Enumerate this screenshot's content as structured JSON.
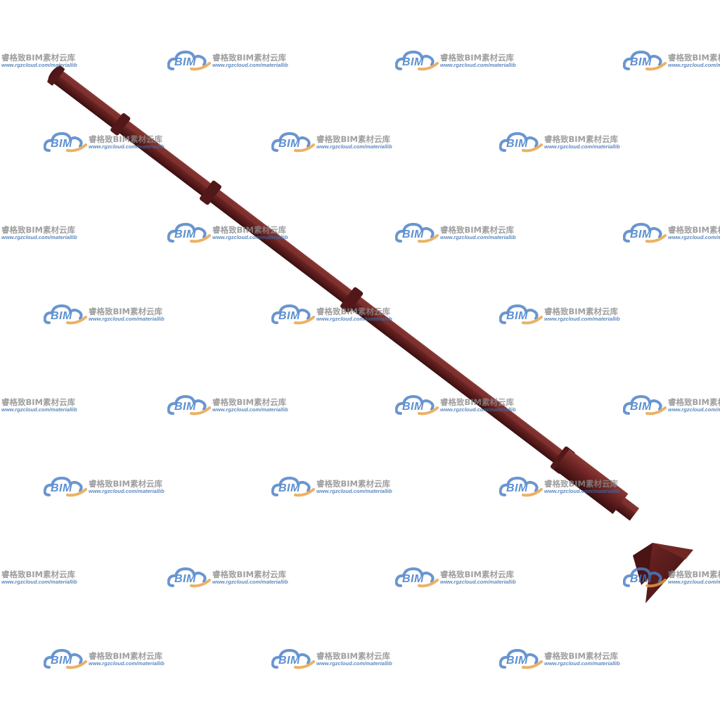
{
  "scene": {
    "subject": "pipe-column-bim-model",
    "colors": {
      "background": "#ffffff",
      "pipe_body": "#5e1c1c",
      "pipe_highlight": "#8a3a36",
      "pipe_shadow": "#3a0f10",
      "flange": "#521819",
      "watermark_cloud": "#4a7fc6",
      "watermark_swoosh": "#e8a045",
      "watermark_text": "#8a8a8a",
      "watermark_url": "#3b6fb0"
    }
  },
  "watermark": {
    "logo_text": "BIM",
    "brand_text": "睿格致BIM素材云库",
    "url_text": "www.rgzcloud.com/materiallib"
  }
}
